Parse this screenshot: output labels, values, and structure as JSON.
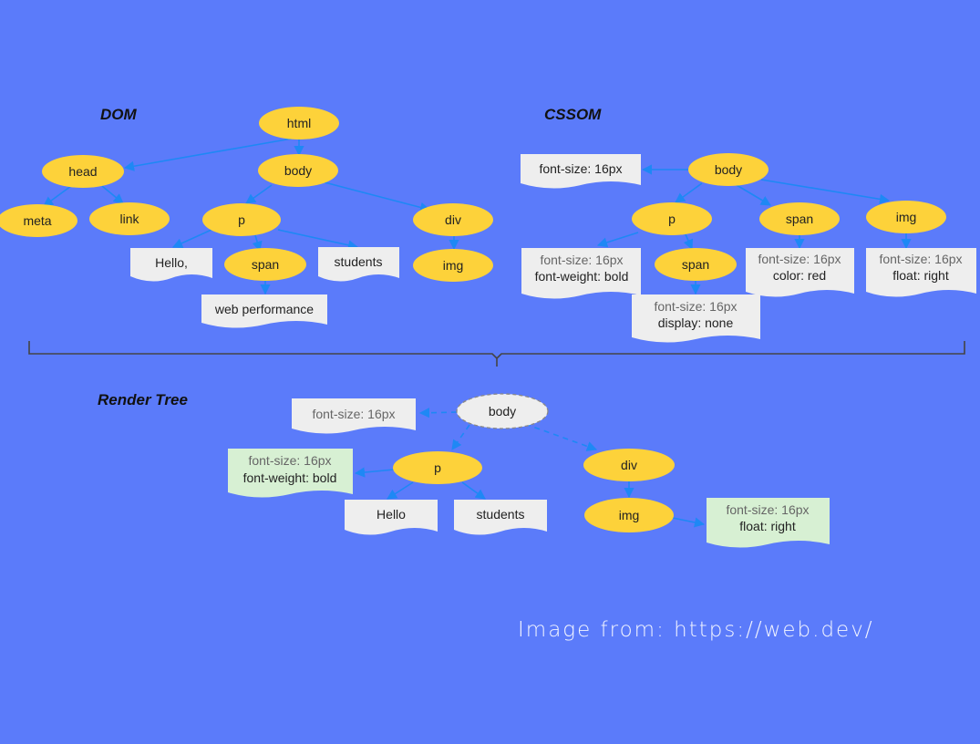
{
  "sections": {
    "dom": "DOM",
    "cssom": "CSSOM",
    "render": "Render Tree"
  },
  "dom": {
    "nodes": {
      "html": "html",
      "head": "head",
      "body": "body",
      "meta": "meta",
      "link": "link",
      "p": "p",
      "div": "div",
      "span": "span",
      "img": "img"
    },
    "texts": {
      "hello": "Hello,",
      "students": "students",
      "web_performance": "web performance"
    }
  },
  "cssom": {
    "nodes": {
      "body": "body",
      "p": "p",
      "span": "span",
      "img": "img",
      "p_span": "span"
    },
    "styles": {
      "body": [
        "font-size: 16px"
      ],
      "p": [
        "font-size: 16px",
        "font-weight: bold"
      ],
      "span": [
        "font-size: 16px",
        "color: red"
      ],
      "img": [
        "font-size: 16px",
        "float: right"
      ],
      "p_span": [
        "font-size: 16px",
        "display: none"
      ]
    }
  },
  "render": {
    "nodes": {
      "body": "body",
      "p": "p",
      "div": "div",
      "img": "img"
    },
    "texts": {
      "hello": "Hello",
      "students": "students"
    },
    "styles": {
      "body": [
        "font-size: 16px"
      ],
      "p": [
        "font-size: 16px",
        "font-weight: bold"
      ],
      "img": [
        "font-size: 16px",
        "float: right"
      ]
    }
  },
  "credit": "Image from: https://web.dev/",
  "colors": {
    "background": "#5b7bfa",
    "node_fill": "#fdd23a",
    "edge": "#1e88f5",
    "box_fill": "#eeeeee",
    "box_green": "#d7f0d3",
    "brace": "#444444"
  }
}
